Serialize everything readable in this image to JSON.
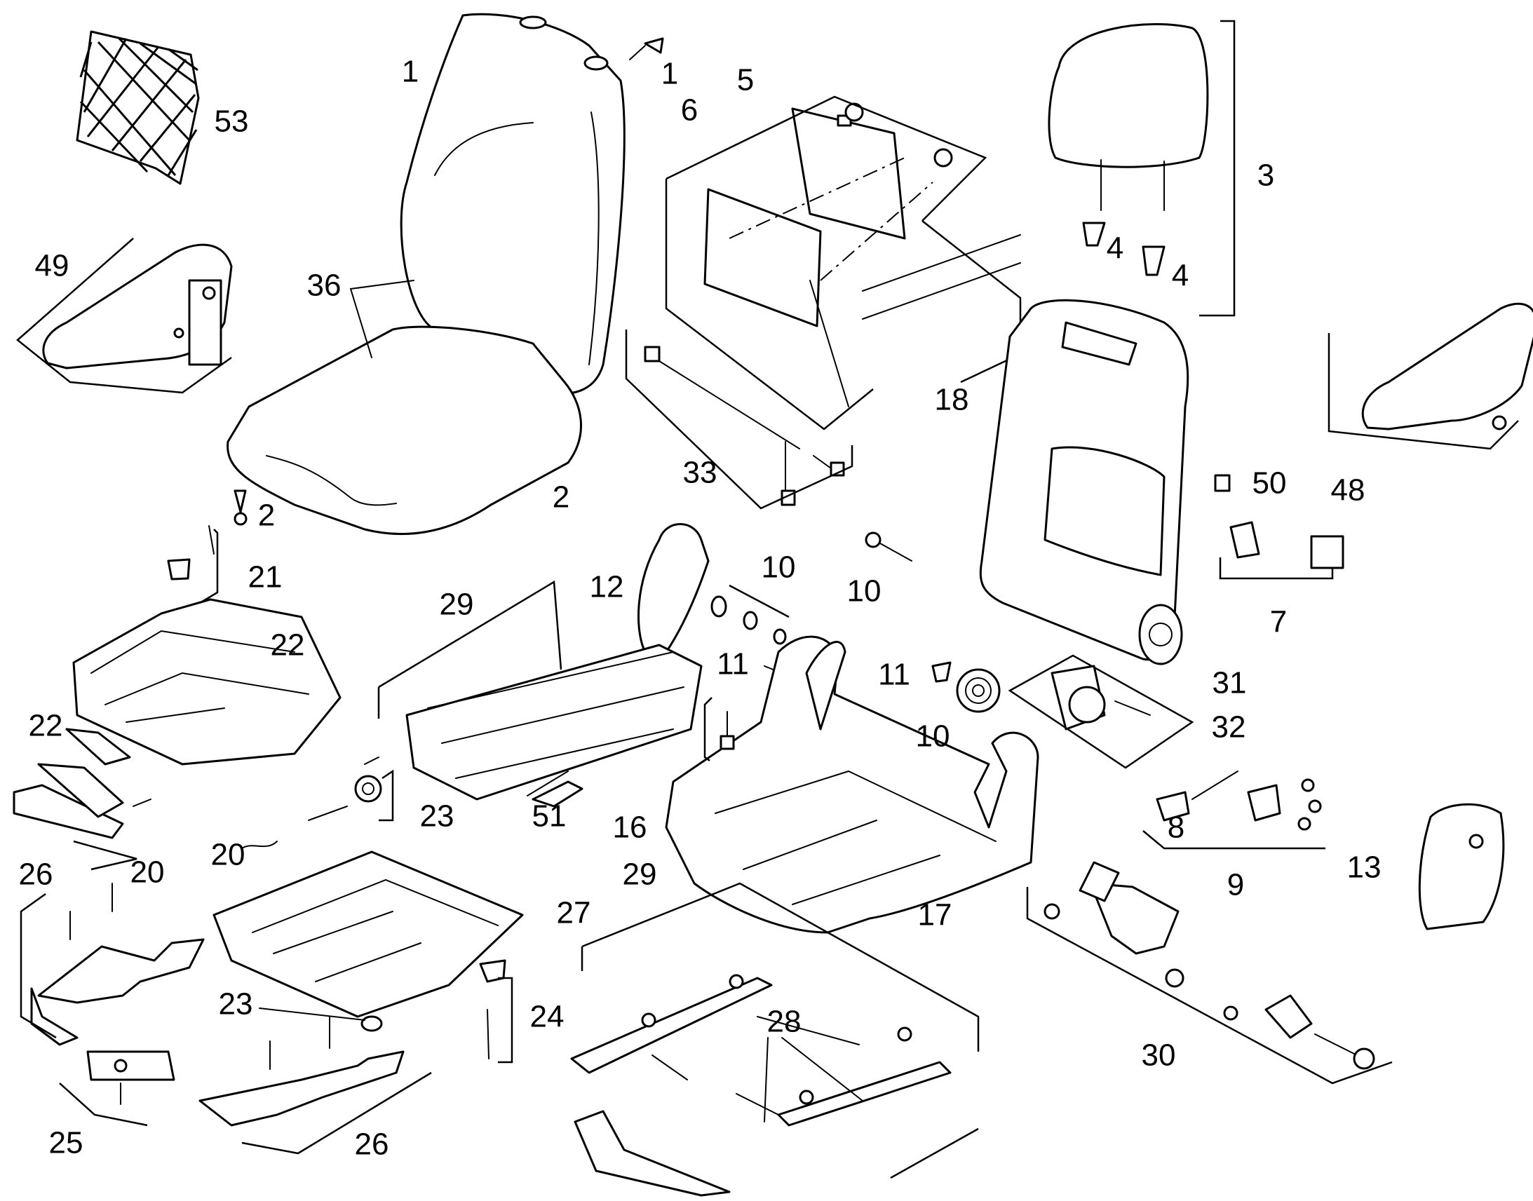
{
  "diagram": {
    "callouts": [
      "1",
      "1",
      "2",
      "2",
      "3",
      "4",
      "4",
      "5",
      "6",
      "7",
      "8",
      "9",
      "10",
      "10",
      "10",
      "11",
      "11",
      "12",
      "13",
      "16",
      "17",
      "18",
      "20",
      "20",
      "21",
      "22",
      "22",
      "23",
      "23",
      "24",
      "25",
      "26",
      "26",
      "27",
      "28",
      "29",
      "29",
      "30",
      "31",
      "32",
      "33",
      "36",
      "48",
      "49",
      "50",
      "51",
      "53"
    ]
  }
}
